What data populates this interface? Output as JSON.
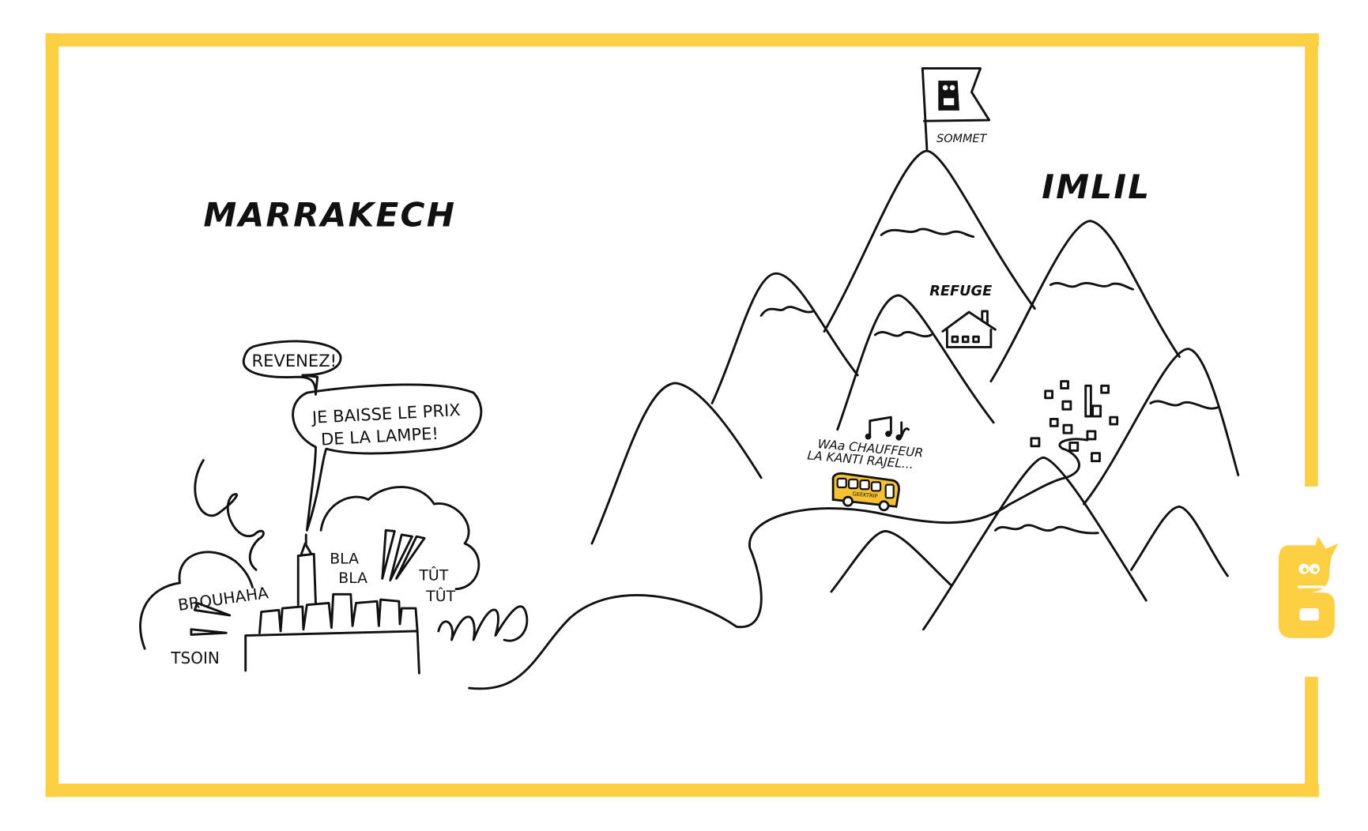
{
  "colors": {
    "frame": "#fdd043",
    "ink": "#111111",
    "bus": "#f6c234",
    "background": "#ffffff"
  },
  "labels": {
    "marrakech": "MARRAKECH",
    "imlil": "IMLIL",
    "summit": "SOMMET",
    "refuge": "REFUGE",
    "bubble_small": "REVENEZ!",
    "bubble_large_line1": "JE BAISSE LE PRIX",
    "bubble_large_line2": "DE LA LAMPE!",
    "bla1": "BLA",
    "bla2": "BLA",
    "tut1": "TÛT",
    "tut2": "TÛT",
    "brouhaha": "BROUHAHA",
    "tsoin": "TSOIN",
    "song_line1": "WAa CHAUFFEUR",
    "song_line2": "LA KANTI RAJEL...",
    "bus_text": "GEEKTRIP"
  },
  "logo": {
    "name": "geektrip-g-logo",
    "text": "g"
  }
}
